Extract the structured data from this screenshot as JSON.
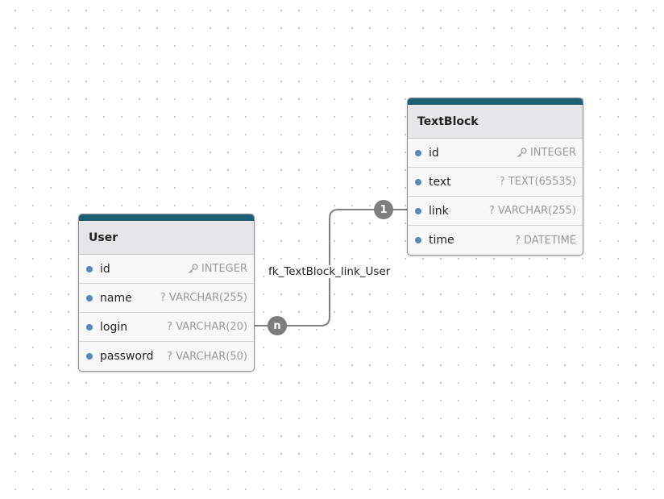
{
  "diagram": {
    "tables": {
      "textblock": {
        "title": "TextBlock",
        "columns": [
          {
            "name": "id",
            "type": "INTEGER",
            "key": true
          },
          {
            "name": "text",
            "type": "? TEXT(65535)",
            "key": false
          },
          {
            "name": "link",
            "type": "? VARCHAR(255)",
            "key": false
          },
          {
            "name": "time",
            "type": "? DATETIME",
            "key": false
          }
        ]
      },
      "user": {
        "title": "User",
        "columns": [
          {
            "name": "id",
            "type": "INTEGER",
            "key": true
          },
          {
            "name": "name",
            "type": "? VARCHAR(255)",
            "key": false
          },
          {
            "name": "login",
            "type": "? VARCHAR(20)",
            "key": false
          },
          {
            "name": "password",
            "type": "? VARCHAR(50)",
            "key": false
          }
        ]
      }
    },
    "relationship": {
      "label": "fk_TextBlock_link_User",
      "from": "TextBlock.link",
      "to": "User.login",
      "cardinality_textblock": "1",
      "cardinality_user": "n"
    },
    "icons": {
      "key_column": "key-icon",
      "column_marker": "column-dot"
    },
    "colors": {
      "table_header_bar": "#1e5f75",
      "column_dot": "#5a84bd",
      "edge": "#808080",
      "badge": "#7d7d7d"
    }
  }
}
